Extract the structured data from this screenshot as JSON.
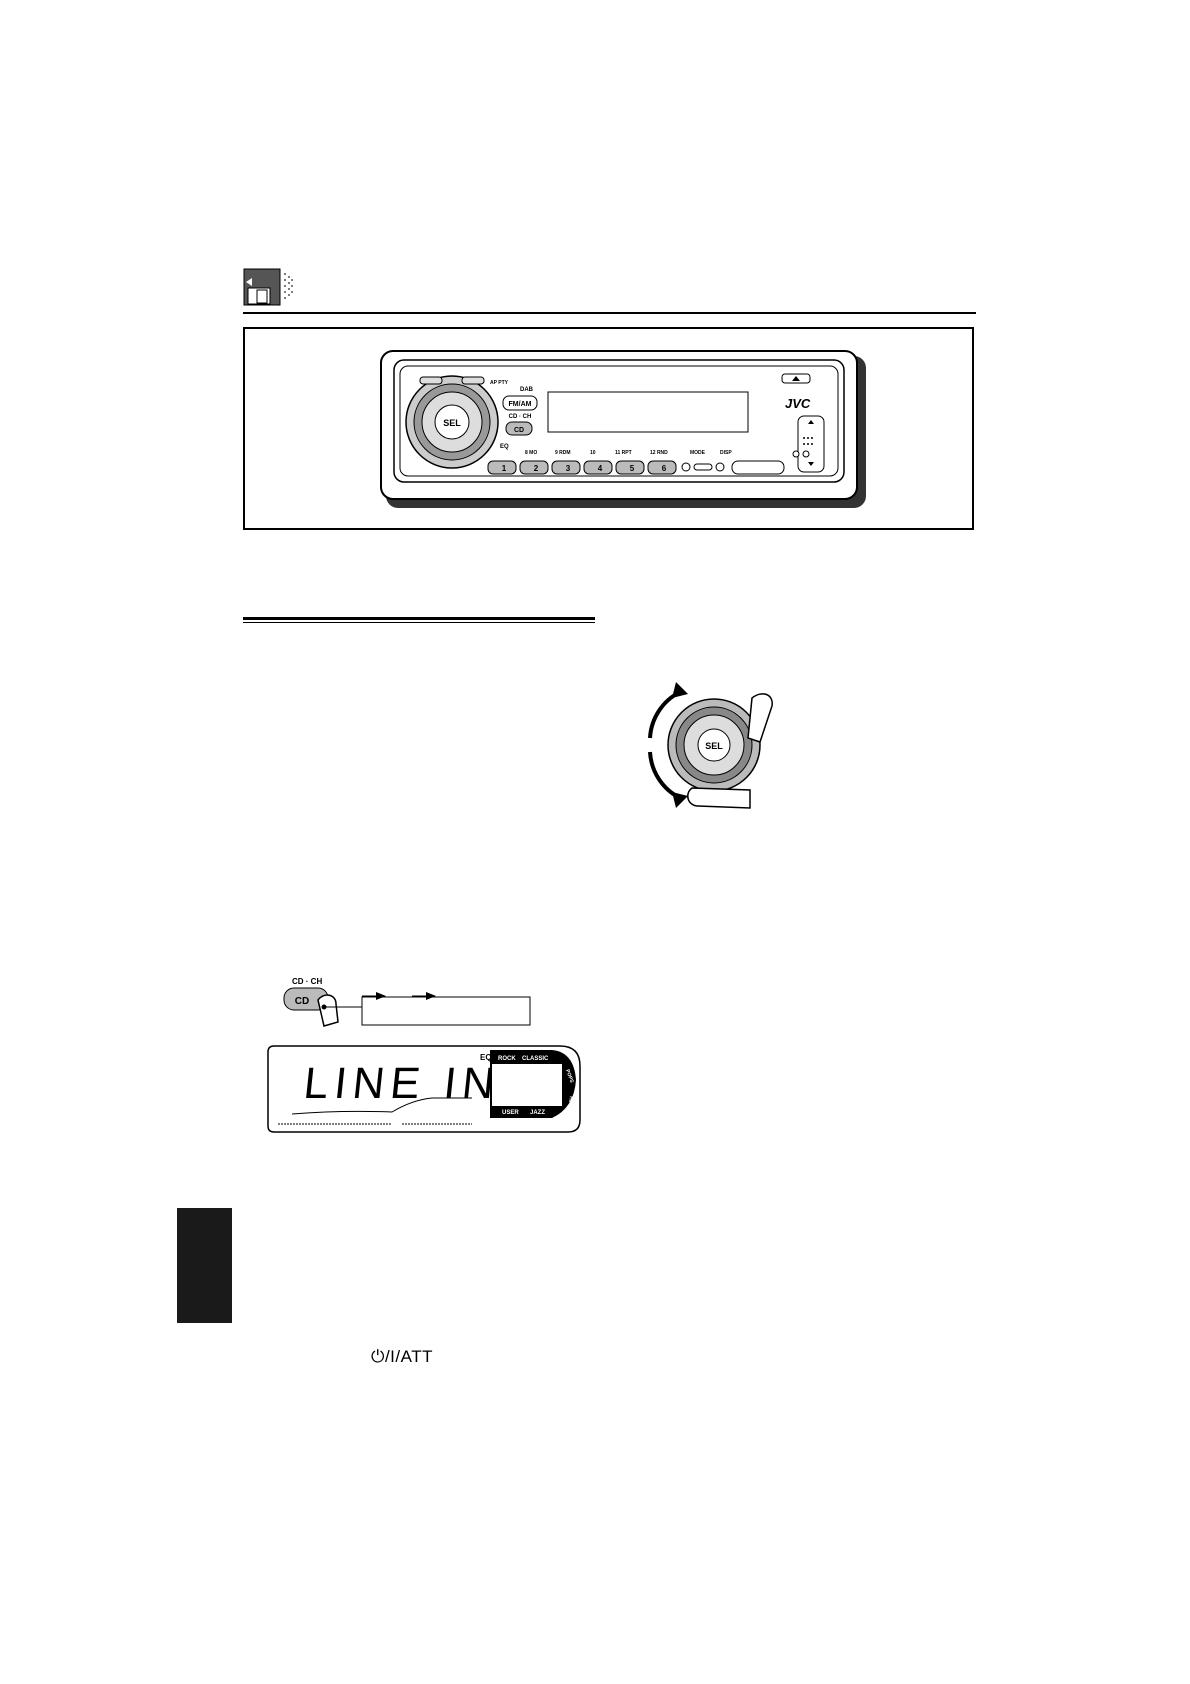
{
  "header": {
    "icon": "car-radio-cd-icon"
  },
  "unit": {
    "brand": "JVC",
    "knob_label": "SEL",
    "buttons": {
      "fm_am": "FM/AM",
      "cd": "CD",
      "cd_ch": "CD · CH",
      "dab": "DAB",
      "ap_pty": "AP PTY",
      "eq": "EQ",
      "mode": "MODE",
      "disp": "DISP"
    },
    "presets": [
      "1",
      "2",
      "3",
      "4",
      "5",
      "6"
    ],
    "preset_functions": [
      "8 MO",
      "9 RDM",
      "10",
      "11 RPT",
      "12 RND"
    ]
  },
  "knob_figure": {
    "knob_label": "SEL"
  },
  "source_figure": {
    "button_caption": "CD · CH",
    "button_label": "CD",
    "display_text": "LINE IN",
    "eq_modes": [
      "ROCK",
      "CLASSIC",
      "POPS",
      "HIP HOP",
      "JAZZ",
      "USER"
    ],
    "eq_tag": "EQ"
  },
  "footer": {
    "power_att": "⏻/I/ATT"
  },
  "colors": {
    "ink": "#000000",
    "panel_grey": "#bdbdbd",
    "tab_black": "#1a1a1a"
  }
}
